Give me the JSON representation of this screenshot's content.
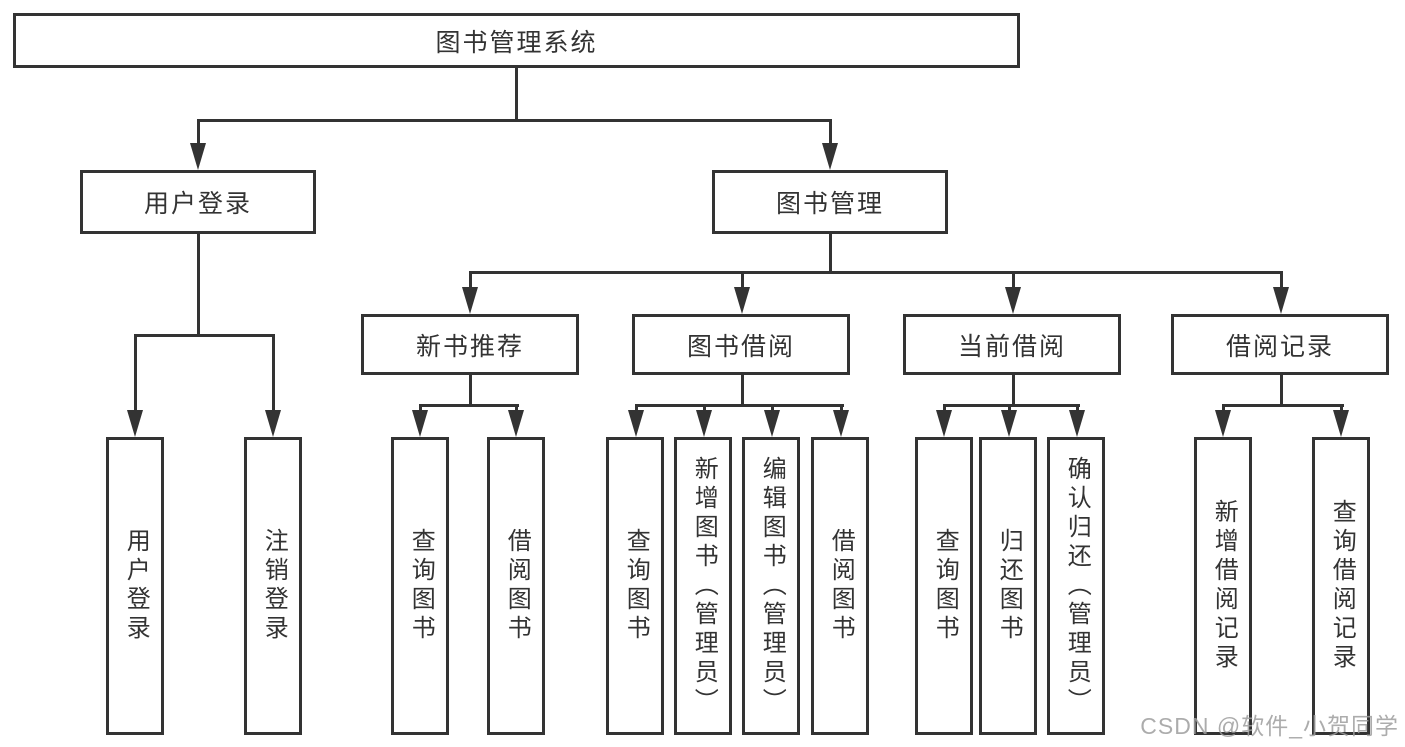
{
  "diagram_title": "图书管理系统",
  "tree": {
    "root": {
      "label": "图书管理系统",
      "children": [
        {
          "label": "用户登录",
          "children": [
            {
              "label": "用户登录"
            },
            {
              "label": "注销登录"
            }
          ]
        },
        {
          "label": "图书管理",
          "children": [
            {
              "label": "新书推荐",
              "children": [
                {
                  "label": "查询图书"
                },
                {
                  "label": "借阅图书"
                }
              ]
            },
            {
              "label": "图书借阅",
              "children": [
                {
                  "label": "查询图书"
                },
                {
                  "label": "新增图书（管理员）"
                },
                {
                  "label": "编辑图书（管理员）"
                },
                {
                  "label": "借阅图书"
                }
              ]
            },
            {
              "label": "当前借阅",
              "children": [
                {
                  "label": "查询图书"
                },
                {
                  "label": "归还图书"
                },
                {
                  "label": "确认归还（管理员）"
                }
              ]
            },
            {
              "label": "借阅记录",
              "children": [
                {
                  "label": "新增借阅记录"
                },
                {
                  "label": "查询借阅记录"
                }
              ]
            }
          ]
        }
      ]
    }
  },
  "watermark": {
    "text": "CSDN @软件_小贺同学"
  },
  "colors": {
    "line": "#333333",
    "text": "#333333",
    "background": "#ffffff",
    "watermark": "#9e9e9e"
  }
}
